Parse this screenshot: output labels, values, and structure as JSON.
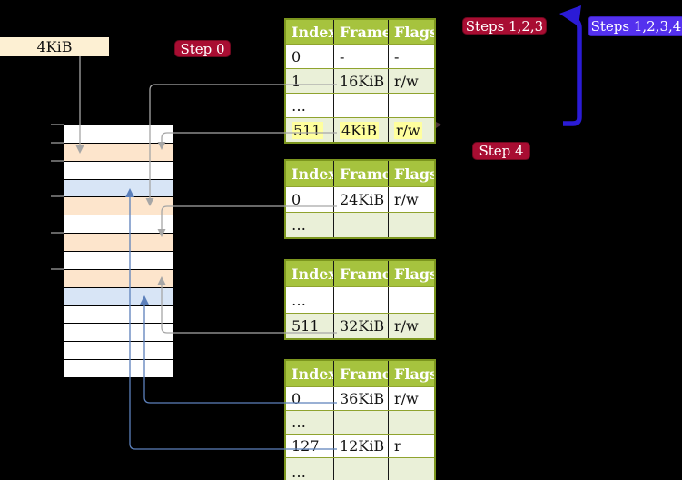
{
  "colors": {
    "background": "#000000",
    "header_green": "#a6c33e",
    "light_green_row": "#eaf0d8",
    "olive_border": "#7c961e",
    "row_separator": "#8fa32e",
    "highlight_yellow": "#ffff9e",
    "memory_peach": "#fde5cc",
    "memory_blue": "#d8e5f6",
    "cream_box": "#fdf0d3",
    "crimson": "#a80d32",
    "crimson_dark": "#6f081f",
    "violet": "#5431ee",
    "violet_dark": "#3a1fbe",
    "thick_arrow_blue": "#2b1bd6",
    "steel_blue": "#5c80bb",
    "connector_gray": "#a6a6a6",
    "tick_gray": "#999999"
  },
  "labels": {
    "page_size_box": "4KiB",
    "step0": "Step 0",
    "steps123": "Steps 1,2,3",
    "steps1234": "Steps 1,2,3,4",
    "step4": "Step 4"
  },
  "tables": [
    {
      "id": "page-table-1",
      "header": [
        "Index",
        "Frame",
        "Flags"
      ],
      "rows": [
        {
          "index": "0",
          "frame": "-",
          "flags": "-",
          "shade": "white",
          "highlight": false
        },
        {
          "index": "1",
          "frame": "16KiB",
          "flags": "r/w",
          "shade": "green",
          "highlight": false
        },
        {
          "index": "…",
          "frame": "",
          "flags": "",
          "shade": "white",
          "highlight": false
        },
        {
          "index": "511",
          "frame": "4KiB",
          "flags": "r/w",
          "shade": "green",
          "highlight": true
        }
      ]
    },
    {
      "id": "page-table-2",
      "header": [
        "Index",
        "Frame",
        "Flags"
      ],
      "rows": [
        {
          "index": "0",
          "frame": "24KiB",
          "flags": "r/w",
          "shade": "white",
          "highlight": false
        },
        {
          "index": "…",
          "frame": "",
          "flags": "",
          "shade": "green",
          "highlight": false
        }
      ]
    },
    {
      "id": "page-table-3",
      "header": [
        "Index",
        "Frame",
        "Flags"
      ],
      "rows": [
        {
          "index": "…",
          "frame": "",
          "flags": "",
          "shade": "white",
          "highlight": false
        },
        {
          "index": "511",
          "frame": "32KiB",
          "flags": "r/w",
          "shade": "green",
          "highlight": false
        }
      ]
    },
    {
      "id": "page-table-4",
      "header": [
        "Index",
        "Frame",
        "Flags"
      ],
      "rows": [
        {
          "index": "0",
          "frame": "36KiB",
          "flags": "r/w",
          "shade": "white",
          "highlight": false
        },
        {
          "index": "…",
          "frame": "",
          "flags": "",
          "shade": "green",
          "highlight": false
        },
        {
          "index": "127",
          "frame": "12KiB",
          "flags": "r",
          "shade": "white",
          "highlight": false
        },
        {
          "index": "…",
          "frame": "",
          "flags": "",
          "shade": "green",
          "highlight": false
        }
      ]
    }
  ],
  "memory": {
    "rows": [
      "white",
      "peach",
      "white",
      "blue",
      "peach",
      "white",
      "peach",
      "white",
      "peach",
      "blue",
      "white",
      "white",
      "white",
      "white"
    ],
    "tick_count": 6
  },
  "arrows": [
    {
      "name": "arrow-4kib-label-to-frame-4kib",
      "style": "gray"
    },
    {
      "name": "arrow-t1-entry1-to-frame-16kib",
      "style": "gray"
    },
    {
      "name": "arrow-t1-entry511-to-frame-4kib",
      "style": "gray"
    },
    {
      "name": "arrow-t2-entry0-to-frame-24kib",
      "style": "gray"
    },
    {
      "name": "arrow-t3-entry511-to-frame-32kib",
      "style": "gray"
    },
    {
      "name": "arrow-t4-entry0-to-frame-36kib",
      "style": "steel-blue"
    },
    {
      "name": "arrow-t4-entry127-to-frame-12kib",
      "style": "steel-blue"
    },
    {
      "name": "arrow-recursive-loop",
      "style": "thick-blue"
    }
  ]
}
